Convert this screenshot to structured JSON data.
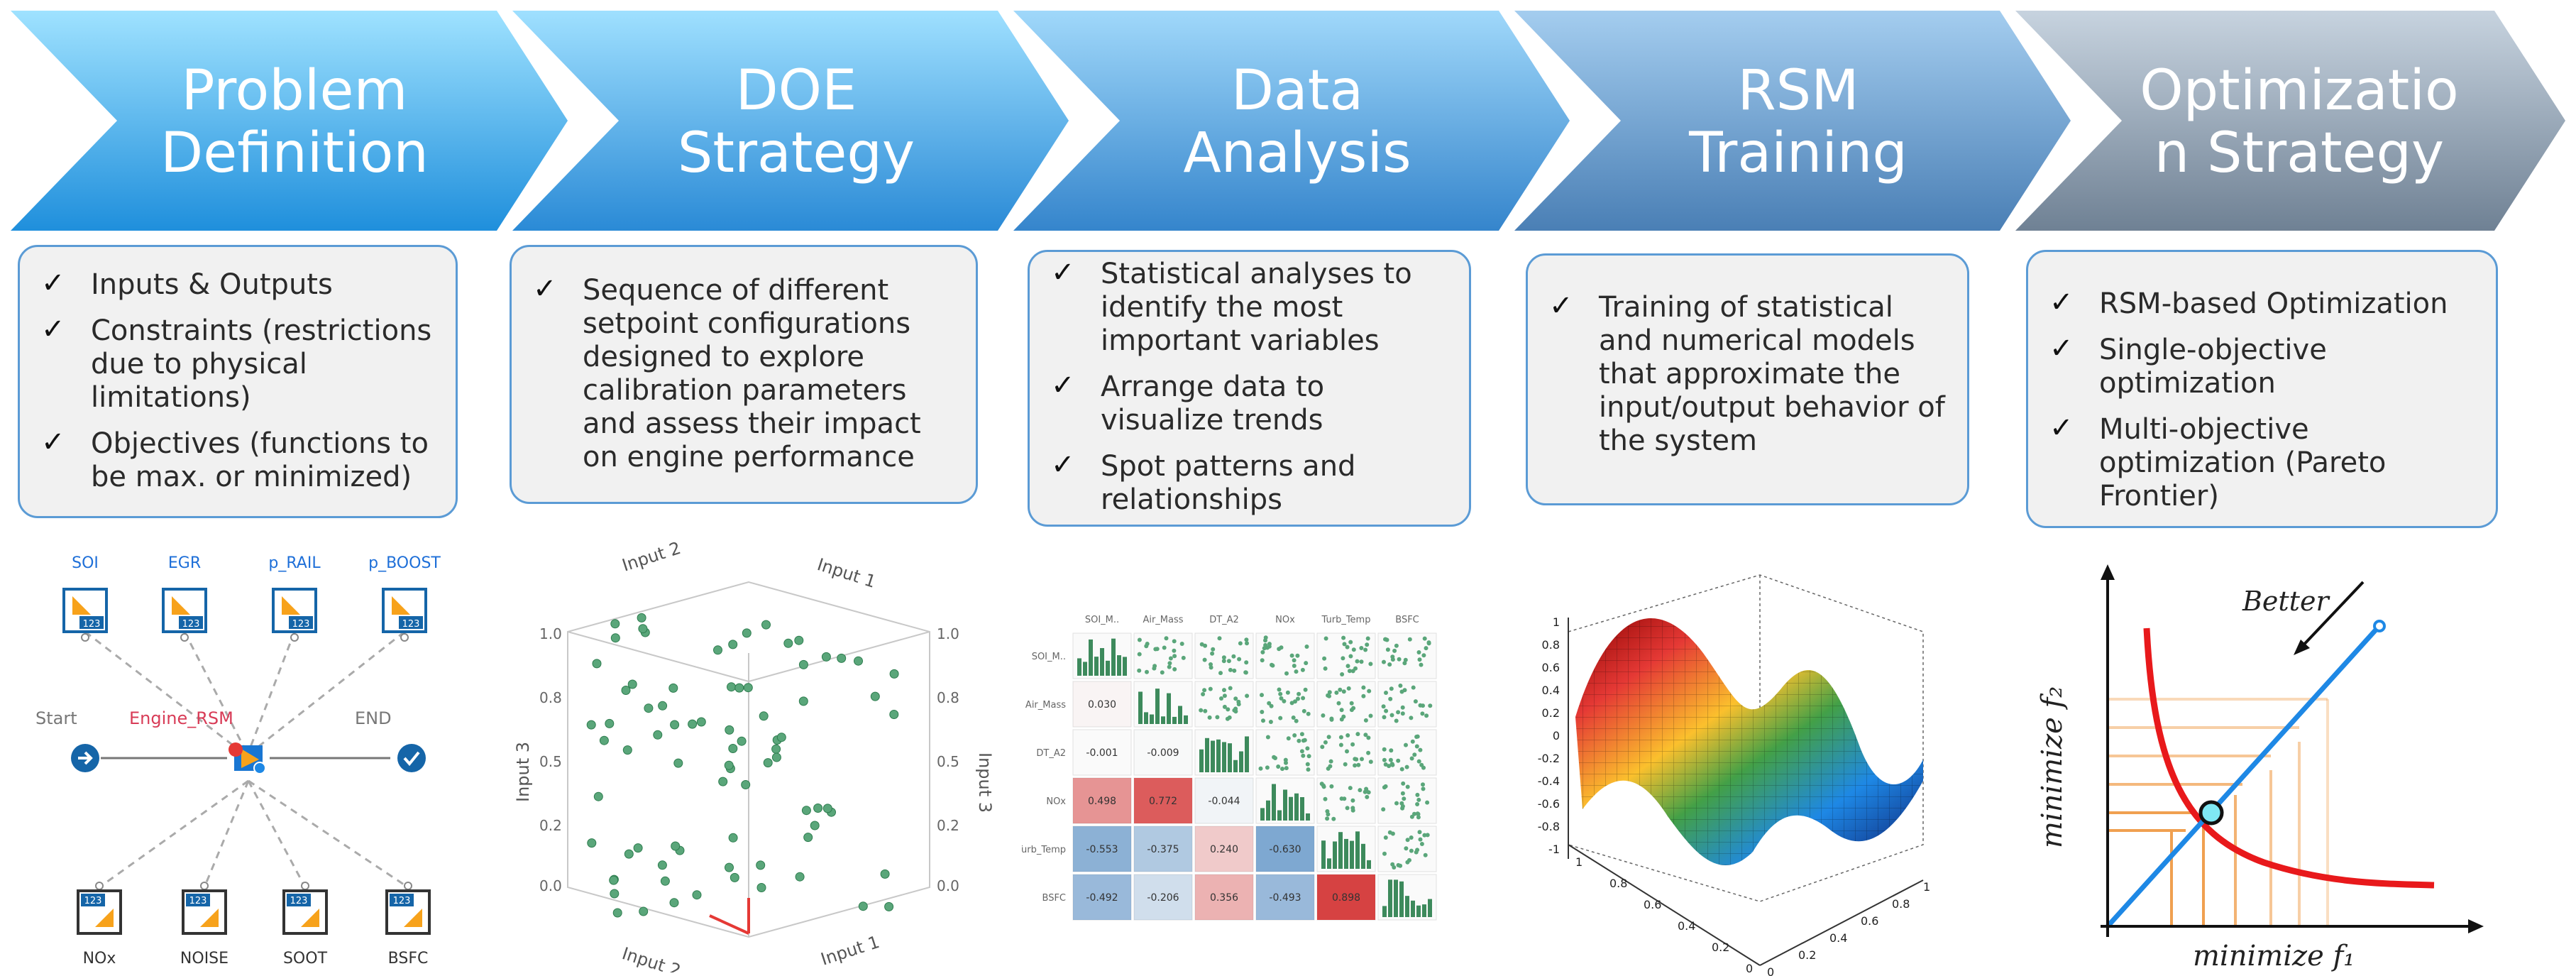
{
  "steps": [
    {
      "title": "Problem\nDefinition",
      "items": [
        "Inputs & Outputs",
        "Constraints (restrictions due to physical limitations)",
        "Objectives (functions to be max. or minimized)"
      ]
    },
    {
      "title": "DOE\nStrategy",
      "items": [
        "Sequence of different setpoint configurations designed to explore calibration parameters and assess their impact on engine performance"
      ]
    },
    {
      "title": "Data\nAnalysis",
      "items": [
        "Statistical analyses to identify the most important variables",
        "Arrange data to visualize trends",
        "Spot patterns and relationships"
      ]
    },
    {
      "title": "RSM\nTraining",
      "items": [
        "Training of statistical and numerical models that approximate the input/output behavior of the system"
      ]
    },
    {
      "title": "Optimizatio\nn Strategy",
      "items": [
        "RSM-based Optimization",
        "Single-objective optimization",
        "Multi-objective optimization (Pareto  Frontier)"
      ]
    }
  ],
  "check_glyph": "✓",
  "workflow": {
    "inputs": [
      "SOI",
      "EGR",
      "p_RAIL",
      "p_BOOST"
    ],
    "outputs": [
      "NOx",
      "NOISE",
      "SOOT",
      "BSFC"
    ],
    "start": "Start",
    "end": "END",
    "node": "Engine_RSM",
    "block_text": "123",
    "icons": [
      "input-node-icon",
      "output-node-icon",
      "start-arrow-icon",
      "end-check-icon",
      "rsm-node-icon"
    ]
  },
  "doe_plot": {
    "axis_labels": [
      "Input 2",
      "Input 1",
      "Input 3",
      "Input 3",
      "Input 2",
      "Input 1"
    ],
    "ticks": [
      "0.0",
      "0.2",
      "0.5",
      "0.8",
      "1.0"
    ]
  },
  "scatter_matrix": {
    "variables": [
      "SOI_M..",
      "Air_Mass",
      "DT_A2",
      "NOx",
      "Turb_Temp",
      "BSFC"
    ],
    "correlations": [
      {
        "row": 1,
        "col": 0,
        "value": "0.030"
      },
      {
        "row": 2,
        "col": 0,
        "value": "-0.001"
      },
      {
        "row": 2,
        "col": 1,
        "value": "-0.009"
      },
      {
        "row": 3,
        "col": 0,
        "value": "0.498"
      },
      {
        "row": 3,
        "col": 1,
        "value": "0.772"
      },
      {
        "row": 3,
        "col": 2,
        "value": "-0.044"
      },
      {
        "row": 4,
        "col": 0,
        "value": "-0.553"
      },
      {
        "row": 4,
        "col": 1,
        "value": "-0.375"
      },
      {
        "row": 4,
        "col": 2,
        "value": "0.240"
      },
      {
        "row": 4,
        "col": 3,
        "value": "-0.630"
      },
      {
        "row": 5,
        "col": 0,
        "value": "-0.492"
      },
      {
        "row": 5,
        "col": 1,
        "value": "-0.206"
      },
      {
        "row": 5,
        "col": 2,
        "value": "0.356"
      },
      {
        "row": 5,
        "col": 3,
        "value": "-0.493"
      },
      {
        "row": 5,
        "col": 4,
        "value": "0.898"
      }
    ]
  },
  "surface_plot": {
    "z_ticks": [
      "1",
      "0.8",
      "0.6",
      "0.4",
      "0.2",
      "0",
      "-0.2",
      "-0.4",
      "-0.6",
      "-0.8",
      "-1"
    ],
    "x_ticks": [
      "1",
      "0.8",
      "0.6",
      "0.4",
      "0.2",
      "0"
    ],
    "y_ticks": [
      "0",
      "0.2",
      "0.4",
      "0.6",
      "0.8",
      "1"
    ]
  },
  "pareto": {
    "ylabel": "minimize f₂",
    "xlabel": "minimize f₁",
    "annotation": "Better"
  },
  "colors": {
    "chevron_top": "#8ed8f8",
    "chevron_grey": "#8fa2b4",
    "card_border": "#5b9bd5",
    "scatter_green": "#5aa67a",
    "pareto_red": "#e8191b",
    "pareto_blue": "#1e88e5",
    "pareto_orange": "#f0a050"
  }
}
